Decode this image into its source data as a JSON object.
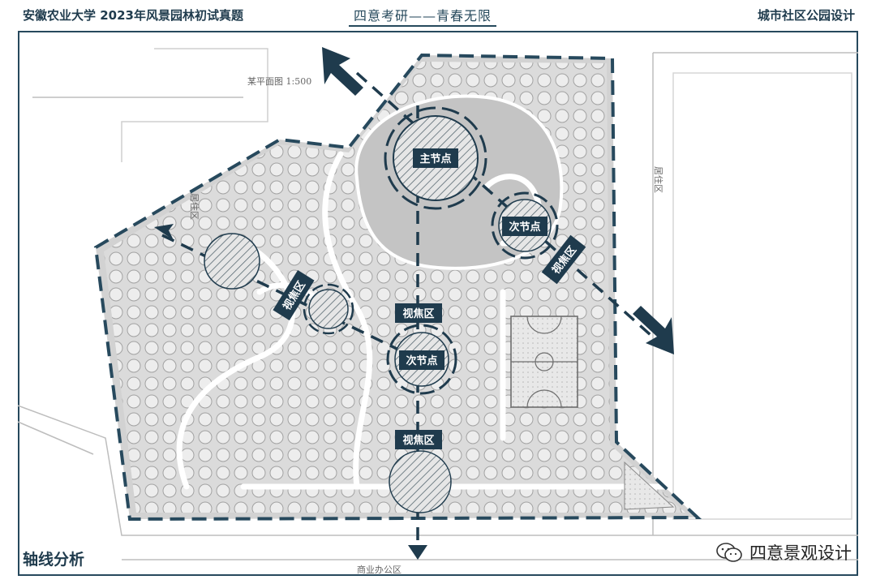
{
  "header": {
    "left_title": "安徽农业大学 2023年风景园林初试真题",
    "center_title": "四意考研——青春无限",
    "right_title": "城市社区公园设计"
  },
  "footer": {
    "analysis_title": "轴线分析",
    "watermark": "四意景观设计"
  },
  "plan": {
    "main_node": "主节点",
    "secondary_node_1": "次节点",
    "secondary_node_2": "次节点",
    "focus_area_1": "视焦区",
    "focus_area_2": "视焦区",
    "focus_area_3": "视焦区",
    "focus_area_4": "视焦区",
    "hand_notes": {
      "top_left": "某平面图 1:500",
      "left_side": "居住区",
      "right_side": "居住区",
      "bottom": "商业办公区"
    }
  },
  "colors": {
    "accent": "#1f3b4d",
    "dashed_line": "#27495d",
    "hatch": "#5a6a73",
    "plan_gray": "#d2d2d2"
  }
}
